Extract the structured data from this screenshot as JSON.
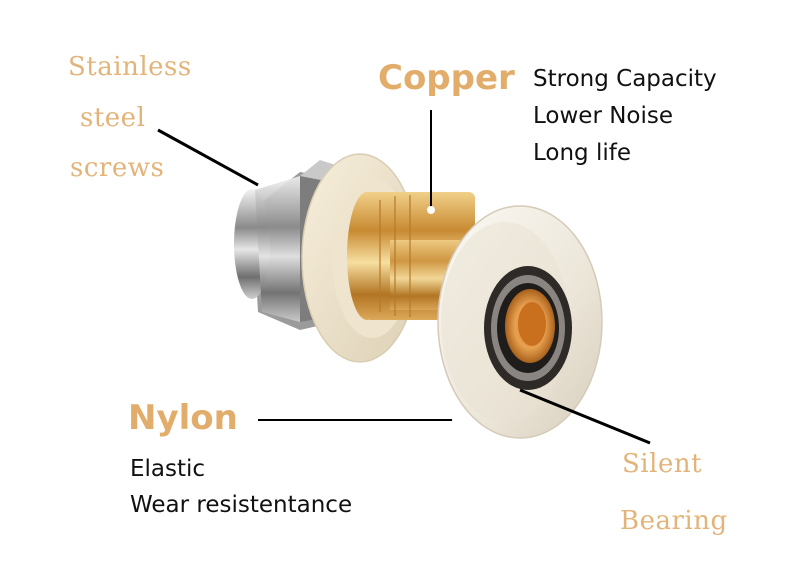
{
  "labels": {
    "stainless": [
      "Stainless",
      "steel",
      "screws"
    ],
    "copper": "Copper",
    "copper_features": [
      "Strong Capacity",
      "Lower Noise",
      "Long life"
    ],
    "nylon": "Nylon",
    "nylon_features": [
      "Elastic",
      "Wear resistentance"
    ],
    "bearing": [
      "Silent",
      "Bearing"
    ]
  },
  "colors": {
    "label_gold": "#e3b47a",
    "heading_gold": "#e2ad6b",
    "text_dark": "#111111",
    "nylon_white": "#f2ede4",
    "copper": "#d9a24a",
    "steel": "#9a9a9a"
  }
}
